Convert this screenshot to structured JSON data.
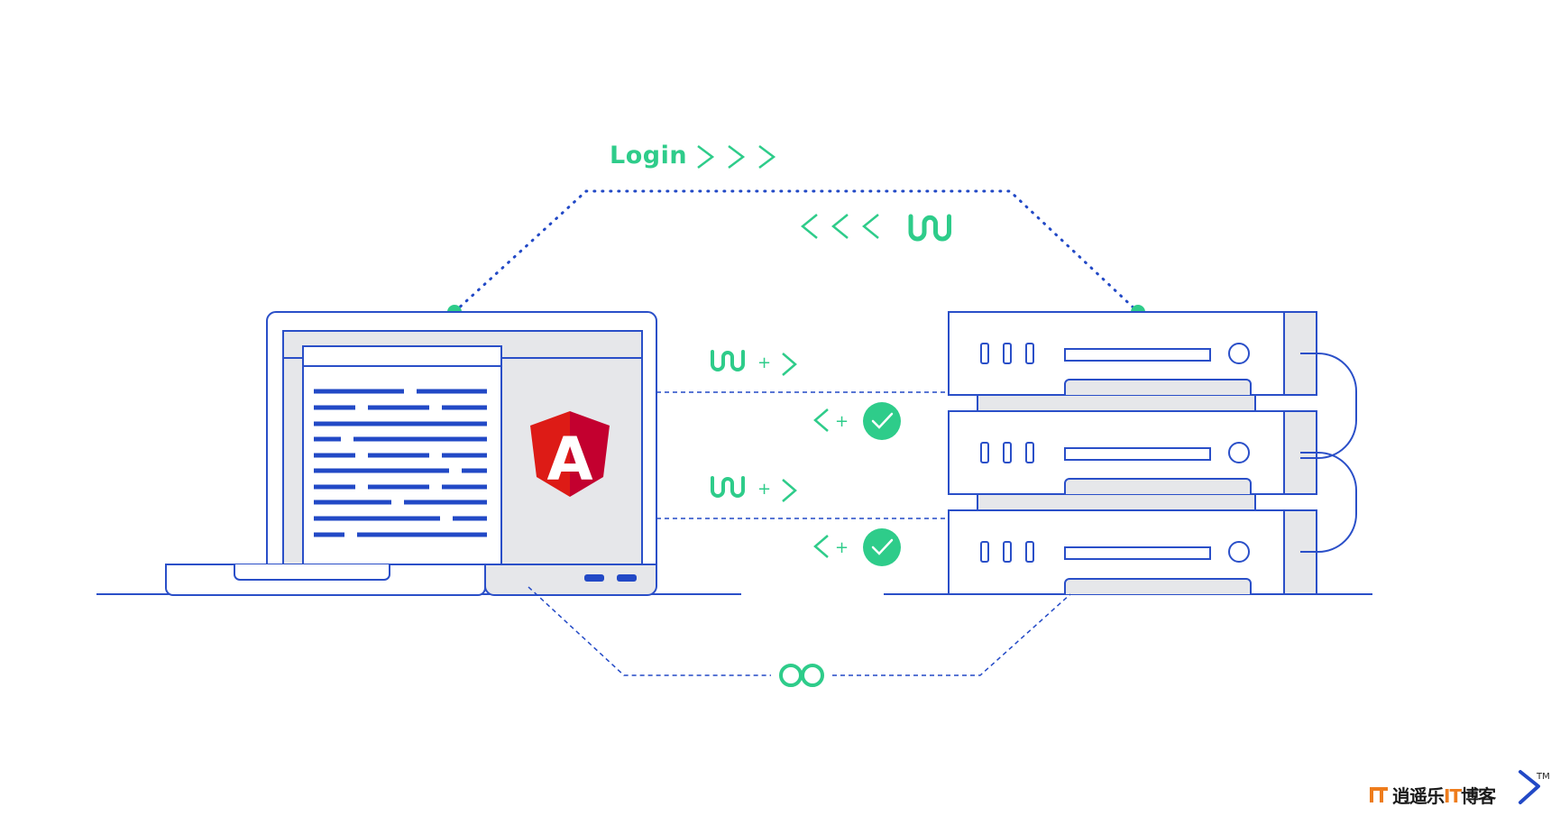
{
  "diagram": {
    "login_label": "Login",
    "angular_letter": "A",
    "brand": {
      "prefix": "逍遥乐",
      "highlight": "IT",
      "suffix": "博客",
      "trademark": "TM"
    },
    "colors": {
      "outline_blue": "#2a4fc8",
      "dark_blue": "#2249c6",
      "accent_green": "#2ecc8a",
      "panel_gray": "#e6e7ea",
      "angular_red": "#dd1b16",
      "angular_dark_red": "#c3002f",
      "brand_orange": "#ee7c1c"
    },
    "icons": [
      "laptop-icon",
      "angular-logo-icon",
      "server-stack-icon",
      "token-icon",
      "check-circle-icon",
      "infinity-icon",
      "chevron-right-icon",
      "chevron-left-icon"
    ]
  }
}
